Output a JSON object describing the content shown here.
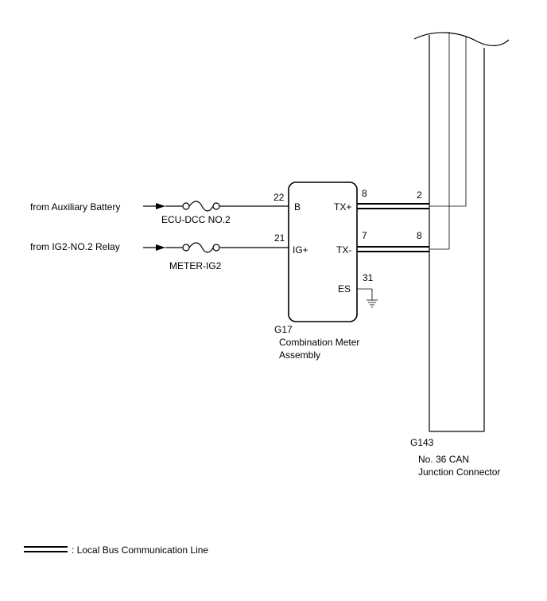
{
  "sources": {
    "aux_battery": "from Auxiliary Battery",
    "ig2_relay": "from IG2-NO.2 Relay"
  },
  "fuses": {
    "ecu_dcc": "ECU-DCC NO.2",
    "meter_ig2": "METER-IG2"
  },
  "meter": {
    "code": "G17",
    "name_line1": "Combination Meter",
    "name_line2": "Assembly",
    "pins": {
      "b_num": "22",
      "b_label": "B",
      "ig_num": "21",
      "ig_label": "IG+",
      "txp_num": "8",
      "txp_label": "TX+",
      "txm_num": "7",
      "txm_label": "TX-",
      "es_num": "31",
      "es_label": "ES"
    }
  },
  "junction": {
    "code": "G143",
    "name_line1": "No. 36 CAN",
    "name_line2": "Junction Connector",
    "pins": {
      "txp_num": "2",
      "txm_num": "8"
    }
  },
  "legend": {
    "label": ": Local Bus Communication Line"
  }
}
